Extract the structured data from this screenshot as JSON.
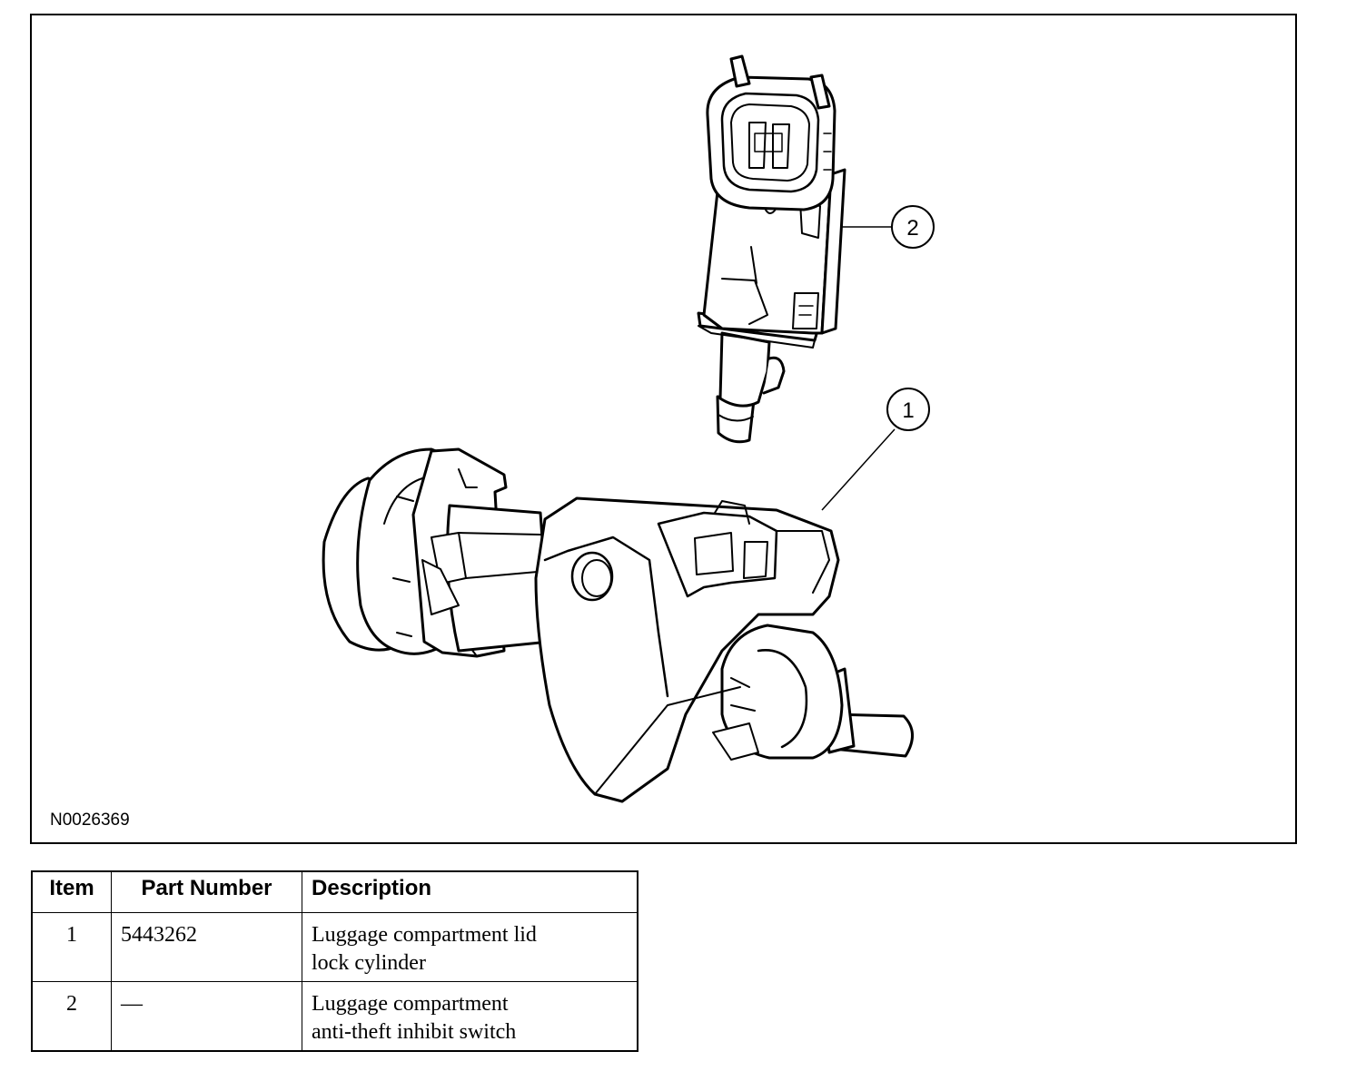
{
  "figure": {
    "id_label": "N0026369",
    "callouts": [
      {
        "number": "1",
        "part": "lock-cylinder"
      },
      {
        "number": "2",
        "part": "anti-theft-switch"
      }
    ]
  },
  "parts_table": {
    "headers": {
      "item": "Item",
      "part_number": "Part Number",
      "description": "Description"
    },
    "rows": [
      {
        "item": "1",
        "part_number": "5443262",
        "description_line1": "Luggage compartment lid",
        "description_line2": "lock cylinder"
      },
      {
        "item": "2",
        "part_number": "—",
        "description_line1": "Luggage compartment",
        "description_line2": "anti-theft inhibit switch"
      }
    ]
  }
}
